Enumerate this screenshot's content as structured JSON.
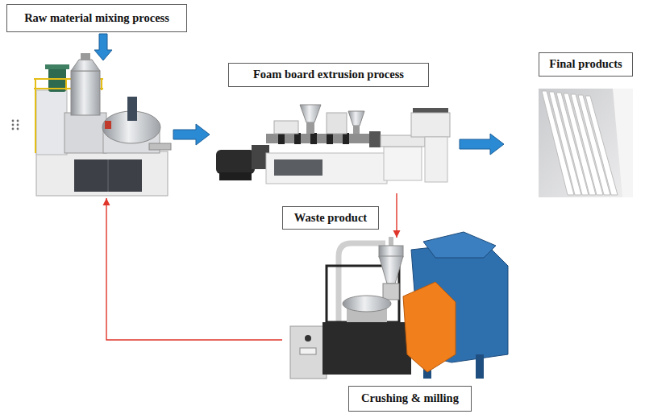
{
  "diagram": {
    "nodes": [
      {
        "text": [
          "Raw material mixing process"
        ]
      },
      {
        "text": [
          "Foam board extrusion process"
        ]
      },
      {
        "text": [
          "Final products"
        ]
      },
      {
        "text": [
          "Crushing & milling"
        ]
      }
    ],
    "edges": [
      {
        "from": 0,
        "to": 1,
        "arrow": "to"
      },
      {
        "from": 1,
        "to": 2,
        "arrow": "to"
      },
      {
        "from": 1,
        "to": 3,
        "arrow": "to",
        "label": "Waste product"
      },
      {
        "from": 3,
        "to": 0,
        "arrow": "to"
      }
    ]
  }
}
